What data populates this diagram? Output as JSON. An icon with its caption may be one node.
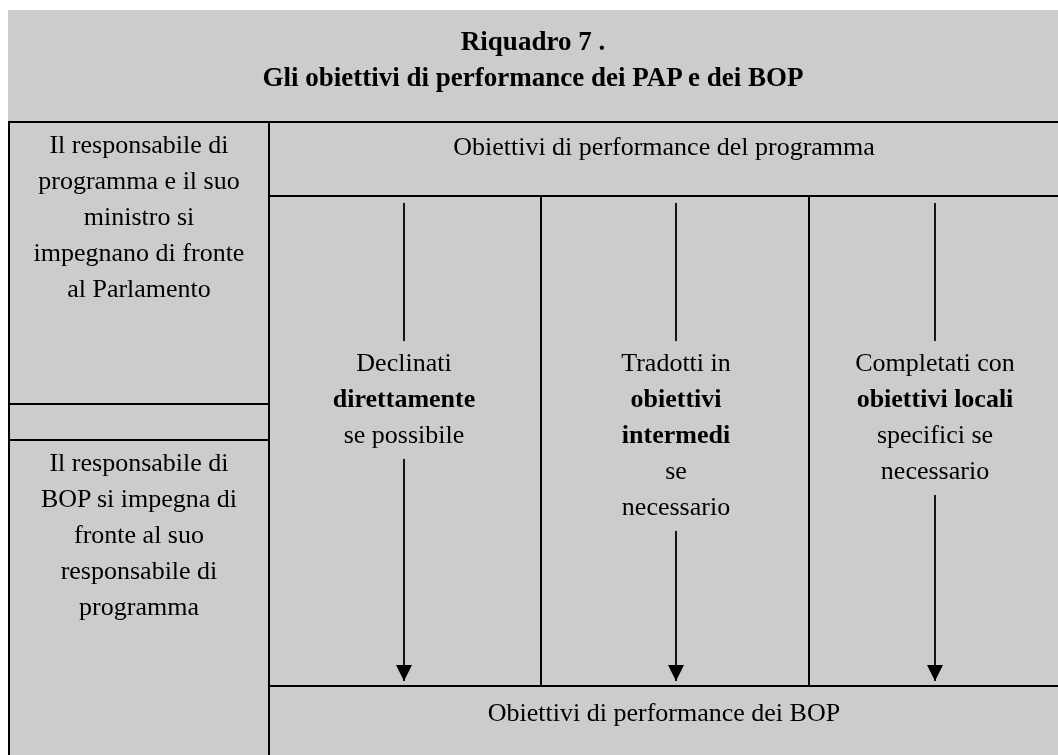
{
  "diagram": {
    "title": "Riquadro 7 .",
    "labels": [
      "Gli obiettivi di performance dei PAP e dei BOP"
    ],
    "nodes": [
      {
        "text": [
          "Il responsabile di programma e il suo ministro si impegnano di fronte al Parlamento"
        ]
      },
      {
        "text": [
          "Il responsabile di BOP si impegna di fronte al suo responsabile di programma"
        ]
      },
      {
        "text": [
          "Obiettivi di performance del programma"
        ]
      },
      {
        "text": [],
        "shape": "box"
      },
      {
        "text": [
          "Declinati **direttamente** se possibile"
        ],
        "in": 3
      },
      {
        "text": [],
        "shape": "box"
      },
      {
        "text": [
          "Tradotti in **obiettivi intermedi** se necessario"
        ],
        "in": 5
      },
      {
        "text": [],
        "shape": "box"
      },
      {
        "text": [
          "Completati con **obiettivi locali** specifici se necessario"
        ],
        "in": 7
      },
      {
        "text": [
          "Obiettivi di performance dei BOP"
        ]
      }
    ],
    "edges": [
      {
        "from": 2,
        "to": 4,
        "arrow": "none"
      },
      {
        "from": 4,
        "to": 9,
        "arrow": "to"
      },
      {
        "from": 2,
        "to": 6,
        "arrow": "none"
      },
      {
        "from": 6,
        "to": 9,
        "arrow": "to"
      },
      {
        "from": 2,
        "to": 8,
        "arrow": "none"
      },
      {
        "from": 8,
        "to": 9,
        "arrow": "to"
      }
    ]
  }
}
